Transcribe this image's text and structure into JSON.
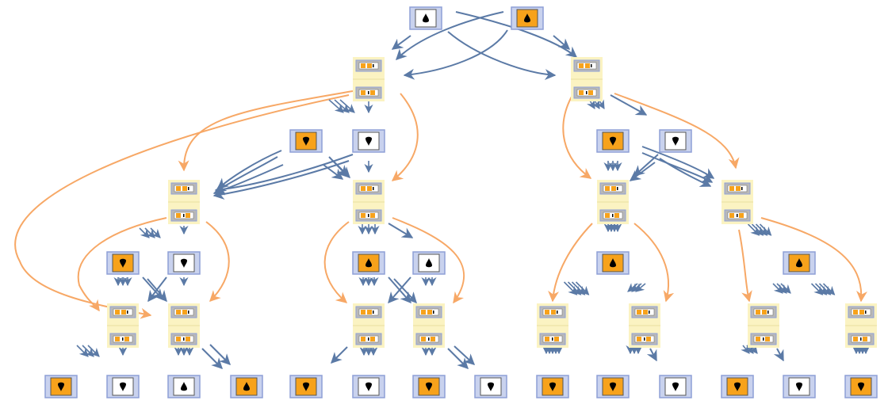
{
  "colors": {
    "orange": "#f7a21b",
    "white": "#ffffff",
    "frame_fill": "#c9d2ee",
    "frame_stroke": "#8e9fd6",
    "pale_yellow": "#fbf3c2",
    "grey": "#b9b9b9",
    "blue_arrow": "#5b7aa6",
    "orange_arrow": "#f7a866",
    "drop": "#000000"
  },
  "glyphs": {
    "drop_up": "drop-up-icon",
    "drop_down": "drop-down-icon",
    "state_card": "state-card-icon"
  },
  "diagram": {
    "levels": 5,
    "top_nodes": [
      {
        "fill": "white",
        "drop": "up"
      },
      {
        "fill": "orange",
        "drop": "up"
      }
    ],
    "level1_states": 2,
    "level2_states": 4,
    "level2_singles": [
      {
        "fill": "orange",
        "drop": "down"
      },
      {
        "fill": "white",
        "drop": "down"
      },
      {
        "fill": "orange",
        "drop": "down"
      },
      {
        "fill": "white",
        "drop": "down"
      }
    ],
    "level3_singles": [
      {
        "fill": "orange",
        "drop": "down"
      },
      {
        "fill": "white",
        "drop": "down"
      },
      {
        "fill": "orange",
        "drop": "up"
      },
      {
        "fill": "white",
        "drop": "up"
      },
      {
        "fill": "orange",
        "drop": "up"
      },
      {
        "fill": "orange",
        "drop": "up"
      }
    ],
    "bottom_nodes": [
      {
        "fill": "orange",
        "drop": "down"
      },
      {
        "fill": "white",
        "drop": "down"
      },
      {
        "fill": "white",
        "drop": "up"
      },
      {
        "fill": "orange",
        "drop": "up"
      },
      {
        "fill": "orange",
        "drop": "down"
      },
      {
        "fill": "white",
        "drop": "down"
      },
      {
        "fill": "orange",
        "drop": "down"
      },
      {
        "fill": "white",
        "drop": "down"
      },
      {
        "fill": "orange",
        "drop": "down"
      },
      {
        "fill": "orange",
        "drop": "down"
      },
      {
        "fill": "white",
        "drop": "down"
      },
      {
        "fill": "orange",
        "drop": "down"
      },
      {
        "fill": "white",
        "drop": "down"
      },
      {
        "fill": "orange",
        "drop": "down"
      }
    ]
  }
}
